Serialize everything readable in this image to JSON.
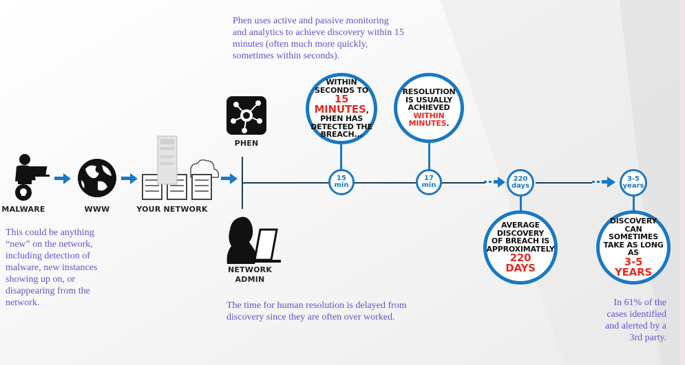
{
  "texts": {
    "intro": "Phen uses active and passive monitoring and analytics to achieve discovery within 15 minutes (often much more quickly, sometimes within seconds).",
    "left_note": "This could be anything “new” on the network, including detection of malware, new instances showing up on, or disappearing from the network.",
    "human_note": "The time for human resolution is delayed from discovery since they are often over worked.",
    "third_party_note": "In 61% of the cases identified and alerted by a 3rd party."
  },
  "labels": {
    "malware": "MALWARE",
    "www": "WWW",
    "your_network": "YOUR NETWORK",
    "phen": "PHEN",
    "network_admin_1": "NETWORK",
    "network_admin_2": "ADMIN"
  },
  "circles": {
    "within": {
      "l1": "WITHIN",
      "l2": "SECONDS TO",
      "red": "15 MINUTES",
      "comma": ",",
      "l3": "PHEN HAS",
      "l4": "DETECTED THE",
      "l5": "BREACH..."
    },
    "resolution": {
      "l1": "RESOLUTION",
      "l2": "IS USUALLY",
      "l3": "ACHIEVED",
      "red1": "WITHIN",
      "red2": "MINUTES",
      "dot": "."
    },
    "average": {
      "l1": "AVERAGE",
      "l2": "DISCOVERY",
      "l3": "OF BREACH IS",
      "l4": "APPROXIMATELY",
      "red1": "220",
      "red2": "DAYS"
    },
    "discovery": {
      "l1": "DISCOVERY",
      "l2": "CAN SOMETIMES",
      "l3": "TAKE AS LONG AS",
      "red1": "3-5",
      "red2": "YEARS"
    }
  },
  "markers": {
    "m15": {
      "num": "15",
      "unit": "min"
    },
    "m17": {
      "num": "17",
      "unit": "min"
    },
    "m220": {
      "num": "220",
      "unit": "days"
    },
    "m35": {
      "num": "3-5",
      "unit": "years"
    }
  },
  "colors": {
    "accent": "#1a78c2",
    "highlight": "#e52b20",
    "note_text": "#6a4fc8"
  },
  "icons": [
    "hacker-laptop-icon",
    "globe-icon",
    "server-network-icon",
    "phen-logo-icon",
    "network-admin-icon",
    "arrow-right-icon"
  ]
}
